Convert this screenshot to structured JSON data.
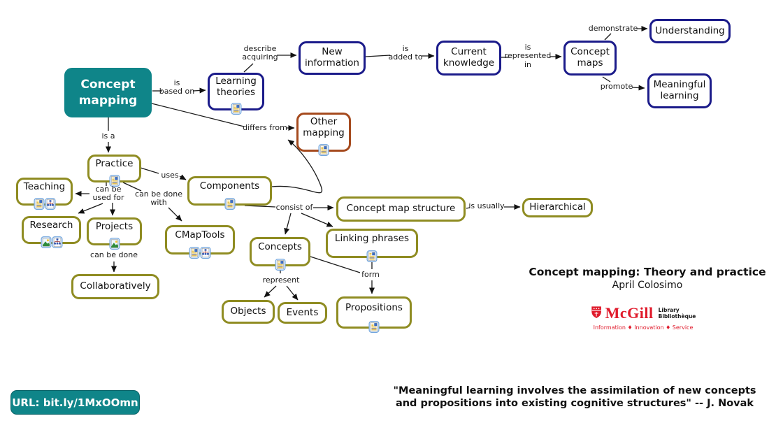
{
  "map": {
    "nodes": {
      "concept_mapping": {
        "label": "Concept\nmapping",
        "icons": []
      },
      "learning_theories": {
        "label": "Learning\ntheories",
        "icons": [
          "resource"
        ]
      },
      "new_information": {
        "label": "New\ninformation",
        "icons": []
      },
      "current_knowledge": {
        "label": "Current\nknowledge",
        "icons": []
      },
      "concept_maps": {
        "label": "Concept\nmaps",
        "icons": []
      },
      "understanding": {
        "label": "Understanding",
        "icons": []
      },
      "meaningful_learning": {
        "label": "Meaningful\nlearning",
        "icons": []
      },
      "other_mapping": {
        "label": "Other\nmapping",
        "icons": [
          "resource"
        ]
      },
      "practice": {
        "label": "Practice",
        "icons": [
          "resource"
        ]
      },
      "teaching": {
        "label": "Teaching",
        "icons": [
          "resource",
          "sitemap"
        ]
      },
      "research": {
        "label": "Research",
        "icons": [
          "image",
          "sitemap"
        ]
      },
      "projects": {
        "label": "Projects",
        "icons": [
          "image"
        ]
      },
      "cmaptools": {
        "label": "CMapTools",
        "icons": [
          "resource",
          "sitemap"
        ]
      },
      "collaboratively": {
        "label": "Collaboratively",
        "icons": []
      },
      "components": {
        "label": "Components",
        "icons": [
          "resource"
        ]
      },
      "concept_map_structure": {
        "label": "Concept map structure",
        "icons": []
      },
      "hierarchical": {
        "label": "Hierarchical",
        "icons": []
      },
      "linking_phrases": {
        "label": "Linking phrases",
        "icons": [
          "resource"
        ]
      },
      "concepts": {
        "label": "Concepts",
        "icons": [
          "resource"
        ]
      },
      "objects": {
        "label": "Objects",
        "icons": []
      },
      "events": {
        "label": "Events",
        "icons": []
      },
      "propositions": {
        "label": "Propositions",
        "icons": [
          "resource"
        ]
      }
    },
    "edges": {
      "is_based_on": {
        "label": "is\nbased on"
      },
      "describe_acquiring": {
        "label": "describe\nacquiring"
      },
      "is_added_to": {
        "label": "is\nadded to"
      },
      "is_represented_in": {
        "label": "is\nrepresented\nin"
      },
      "demonstrate": {
        "label": "demonstrate"
      },
      "promote": {
        "label": "promote"
      },
      "differs_from": {
        "label": "differs from"
      },
      "is_a": {
        "label": "is a"
      },
      "uses": {
        "label": "uses"
      },
      "can_be_used_for": {
        "label": "can be\nused for"
      },
      "can_be_done_with": {
        "label": "can be done\nwith"
      },
      "consist_of": {
        "label": "consist of"
      },
      "is_usually": {
        "label": "is usually"
      },
      "can_be_done": {
        "label": "can be done"
      },
      "represent": {
        "label": "represent"
      },
      "form": {
        "label": "form"
      }
    }
  },
  "title_block": {
    "title": "Concept mapping: Theory and practice",
    "author": "April Colosimo"
  },
  "mcgill": {
    "wordmark": "McGill",
    "unit": "Library\nBibliothèque",
    "tagline": "Information ♦ Innovation ♦ Service"
  },
  "footer": {
    "url_badge": "URL: bit.ly/1MxOOmn",
    "quote": "\"Meaningful learning involves the assimilation of new concepts and propositions into existing cognitive structures\" -- J. Novak"
  },
  "colors": {
    "teal": "#0f8589",
    "navy": "#1b1b8a",
    "olive": "#8f8c22",
    "brown": "#a54a1e",
    "mcgill_red": "#e01a2b",
    "line": "#1a1a1a"
  }
}
